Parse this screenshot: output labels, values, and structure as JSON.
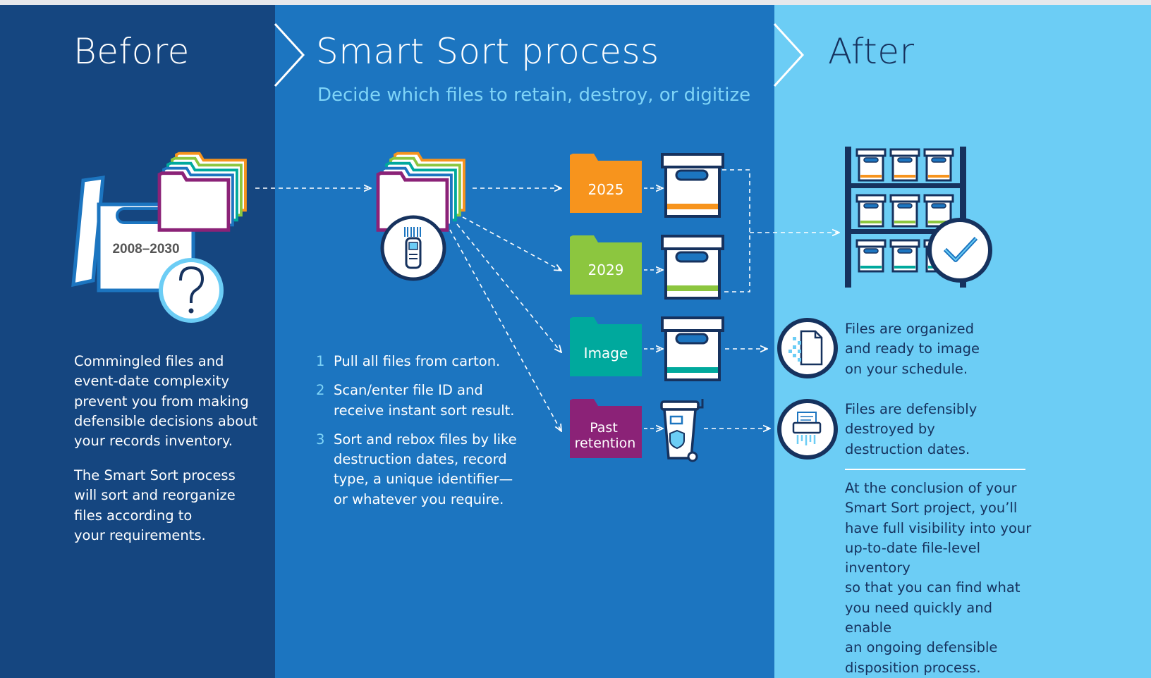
{
  "before": {
    "heading": "Before",
    "carton_label": "2008–2030",
    "paragraph1_lines": [
      "Commingled files and",
      "event-date complexity",
      "prevent you from making",
      "defensible decisions about",
      "your records inventory."
    ],
    "paragraph2_lines": [
      "The Smart Sort process",
      "will sort and reorganize",
      "files according to",
      "your requirements."
    ]
  },
  "process": {
    "heading": "Smart Sort process",
    "subtitle": "Decide which files to retain, destroy, or digitize",
    "steps": [
      {
        "num": "1",
        "lines": [
          "Pull all files from carton."
        ]
      },
      {
        "num": "2",
        "lines": [
          "Scan/enter file ID and",
          "receive instant sort result."
        ]
      },
      {
        "num": "3",
        "lines": [
          "Sort and rebox files by like",
          "destruction dates, record",
          "type, a unique identifier—",
          "or whatever you require."
        ]
      }
    ],
    "categories": [
      {
        "label": "2025",
        "color": "#f7941d"
      },
      {
        "label": "2029",
        "color": "#8cc63f"
      },
      {
        "label": "Image",
        "color": "#00a99d"
      },
      {
        "label_lines": [
          "Past",
          "retention"
        ],
        "color": "#8b2277"
      }
    ]
  },
  "after": {
    "heading": "After",
    "image_note_lines": [
      "Files are organized",
      "and ready to image",
      "on your schedule."
    ],
    "destroy_note_lines": [
      "Files are defensibly",
      "destroyed by",
      "destruction dates."
    ],
    "conclusion_lines": [
      "At the conclusion of your",
      "Smart Sort project, you’ll",
      "have full visibility into your",
      "up-to-date file-level inventory",
      "so that you can find what",
      "you need quickly and enable",
      "an ongoing defensible",
      "disposition process."
    ]
  },
  "colors": {
    "before_bg": "#154680",
    "process_bg": "#1c75c0",
    "after_bg": "#6ccdf5",
    "navy": "#16325e",
    "accent_light_blue": "#7fd4f7",
    "folder_orange": "#f7941d",
    "folder_green": "#8cc63f",
    "folder_teal": "#00a99d",
    "folder_purple": "#8b2277"
  },
  "icons": [
    "carton-icon",
    "question-mark-icon",
    "file-stack-icon",
    "barcode-scanner-icon",
    "folder-icon",
    "storage-box-icon",
    "shredding-bin-icon",
    "storage-shelf-icon",
    "checkmark-icon",
    "digitize-document-icon",
    "shredder-icon"
  ]
}
